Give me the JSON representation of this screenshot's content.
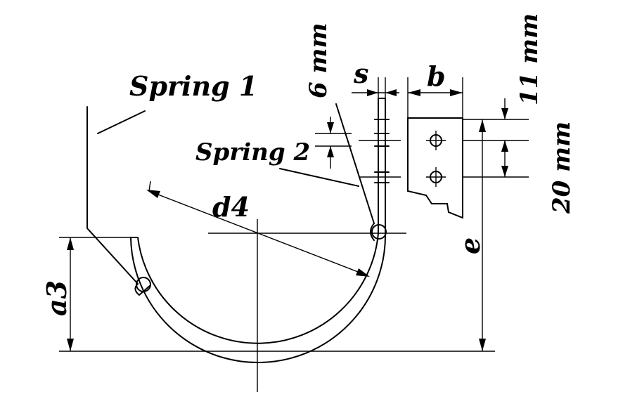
{
  "labels": {
    "spring1": "Spring 1",
    "spring2": "Spring 2",
    "d4": "d4",
    "s": "s",
    "b": "b",
    "six_mm": "6 mm",
    "eleven_mm": "11 mm",
    "twenty_mm": "20 mm",
    "e": "e",
    "a3": "a3"
  }
}
